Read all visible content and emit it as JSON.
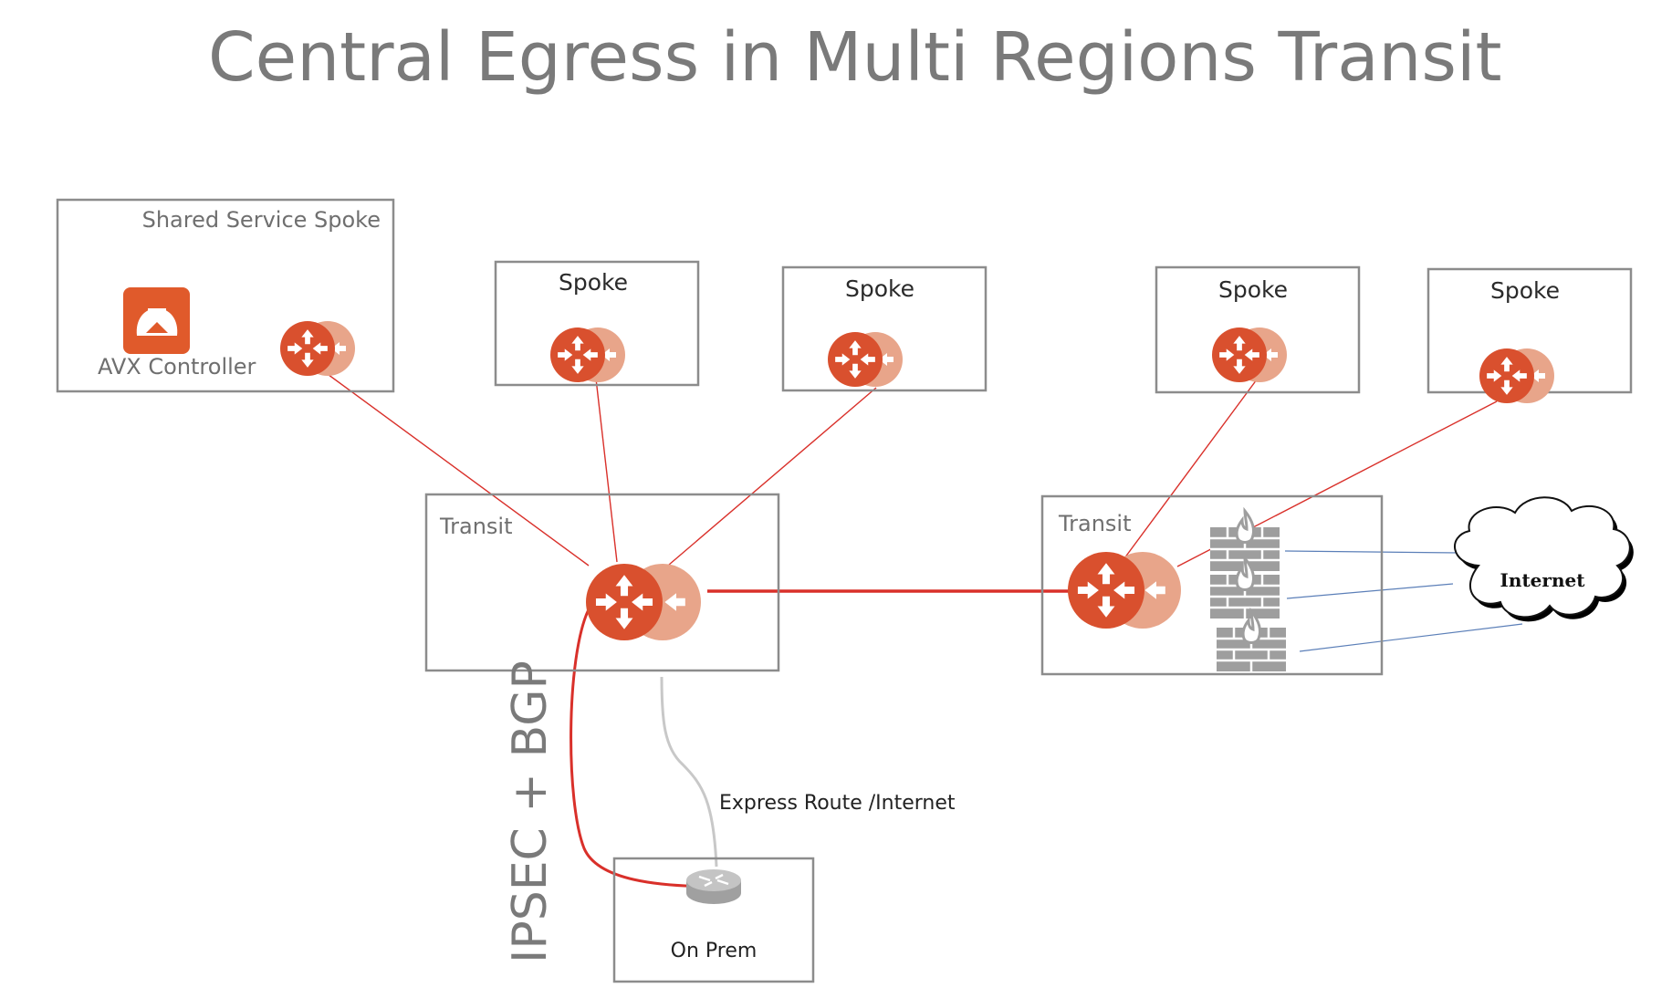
{
  "title": "Central Egress in Multi Regions Transit",
  "nodes": {
    "shared_service_spoke": {
      "label": "Shared Service Spoke",
      "controller_label": "AVX Controller"
    },
    "spokes": [
      {
        "label": "Spoke"
      },
      {
        "label": "Spoke"
      },
      {
        "label": "Spoke"
      },
      {
        "label": "Spoke"
      }
    ],
    "transit_left": {
      "label": "Transit"
    },
    "transit_right": {
      "label": "Transit"
    },
    "on_prem": {
      "label": "On Prem"
    },
    "internet": {
      "label": "Internet"
    }
  },
  "links": {
    "ipsec_bgp_label": "IPSEC + BGP",
    "express_route_label": "Express Route /Internet"
  },
  "colors": {
    "router_primary": "#d9502e",
    "router_secondary": "#e8a58a",
    "link_red": "#d9302a",
    "link_blue": "#5b7fb8",
    "link_grey": "#c8c8c8",
    "firewall_grey": "#9e9e9e",
    "controller_orange": "#e05a2b"
  }
}
